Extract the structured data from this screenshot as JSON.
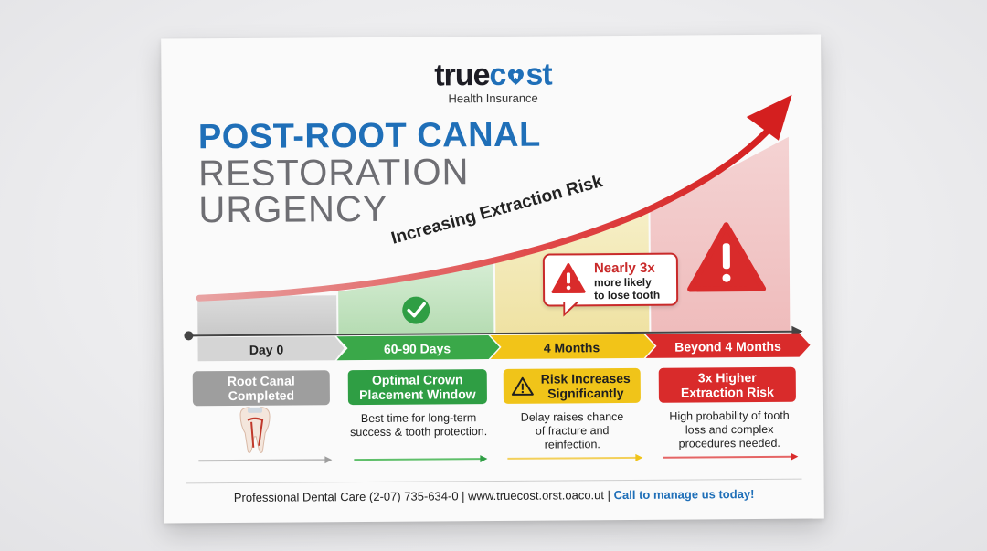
{
  "brand": {
    "name_prefix": "true",
    "name_o_icon": "heart-tooth-icon",
    "name_suffix": "st",
    "tagline": "Health Insurance",
    "colors": {
      "blue": "#1f6fb8",
      "dark": "#1c1c24"
    }
  },
  "title": {
    "line1": "POST-ROOT CANAL",
    "line2": "RESTORATION",
    "line3": "URGENCY"
  },
  "risk_curve_label": "Increasing Extraction Risk",
  "callout": {
    "big": "Nearly 3x",
    "line2": "more likely",
    "line3": "to lose tooth",
    "icon": "warning-icon"
  },
  "stages": [
    {
      "label": "Day 0",
      "box": "Root Canal Completed",
      "desc": "",
      "color": "#9e9e9e",
      "icon": "tooth-icon"
    },
    {
      "label": "60-90 Days",
      "box": "Optimal Crown Placement Window",
      "desc": "Best time for long-term success & tooth protection.",
      "color": "#2f9e44",
      "icon": "checkmark-icon"
    },
    {
      "label": "4 Months",
      "box": "Risk Increases Significantly",
      "desc": "Delay raises chance of fracture and reinfection.",
      "color": "#f0c419",
      "icon": "warning-icon"
    },
    {
      "label": "Beyond 4 Months",
      "box": "3x Higher Extraction Risk",
      "desc": "High probability of tooth loss and complex procedures needed.",
      "color": "#d92b2b",
      "icon": "warning-icon"
    }
  ],
  "footer": {
    "contact": "Professional Dental Care (2-07) 735-634-0  |  www.truecost.orst.oaco.ut  |",
    "cta": "Call to manage us today!"
  }
}
